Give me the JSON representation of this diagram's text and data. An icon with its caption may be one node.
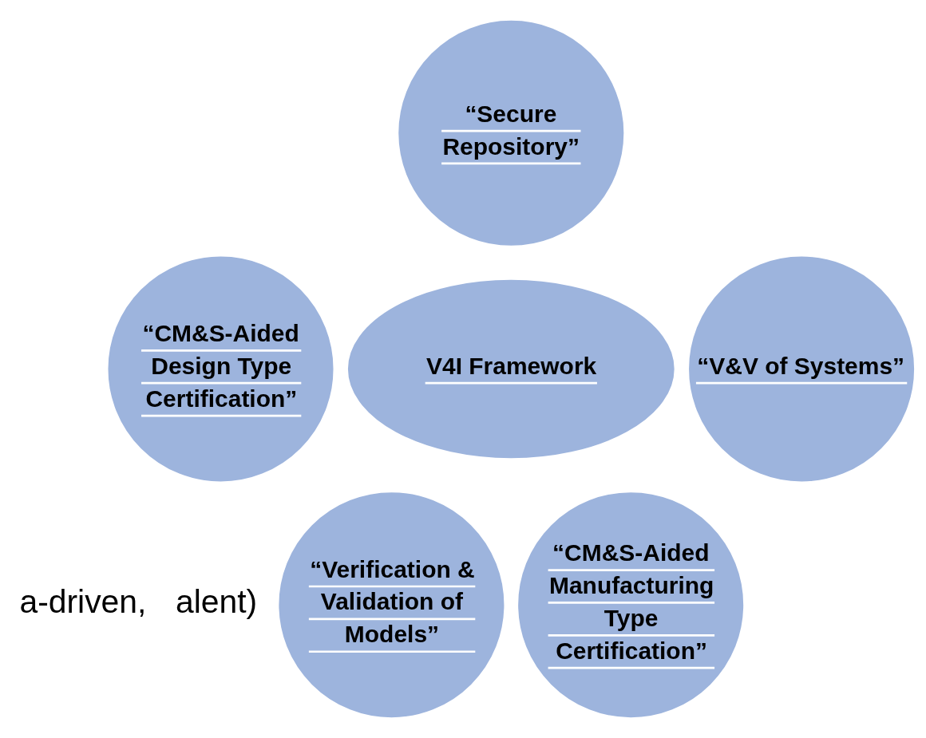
{
  "diagram": {
    "nodes": [
      {
        "text": [
          "“Secure Repository”"
        ]
      },
      {
        "text": [
          "“CM&S-Aided Design Type Certification”"
        ]
      },
      {
        "text": [
          "“V&V of Systems”"
        ]
      },
      {
        "text": [
          "V4I Framework"
        ]
      },
      {
        "text": [
          "“Verification & Validation of Models”"
        ]
      },
      {
        "text": [
          "“CM&S-Aided Manufacturing Type Certification”"
        ]
      }
    ],
    "edges": [],
    "labels": [
      "a-driven,",
      "alent)"
    ]
  }
}
